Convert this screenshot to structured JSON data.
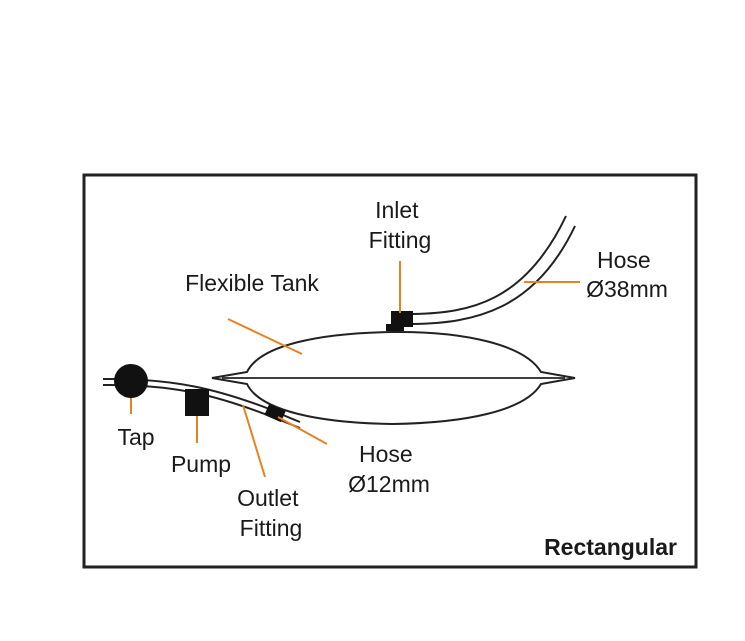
{
  "diagram": {
    "title": "Rectangular",
    "labels": {
      "inlet_fitting": [
        "Inlet",
        "Fitting"
      ],
      "flexible_tank": "Flexible Tank",
      "hose_large": [
        "Hose",
        "Ø38mm"
      ],
      "tap": "Tap",
      "pump": "Pump",
      "outlet_fitting": [
        "Outlet",
        "Fitting"
      ],
      "hose_small": [
        "Hose",
        "Ø12mm"
      ]
    }
  },
  "colors": {
    "outline": "#222222",
    "leader": "#e8821e",
    "background": "#ffffff"
  }
}
